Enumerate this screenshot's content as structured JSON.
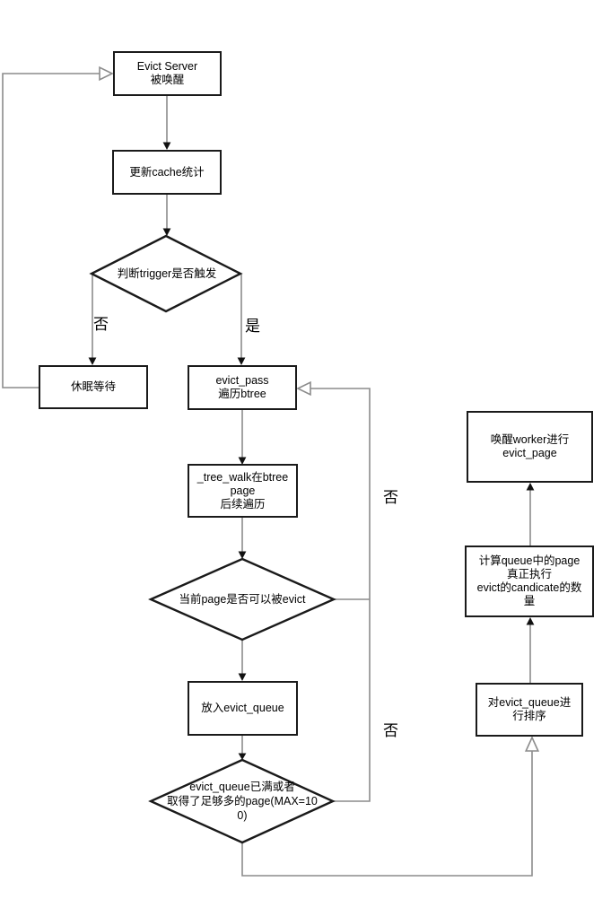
{
  "diagram": {
    "type": "flowchart",
    "colors": {
      "background": "#ffffff",
      "border": "#1a1a1a",
      "connector": "#8c8c8c",
      "text": "#000000"
    },
    "nodes": {
      "evict_server": {
        "label": "Evict Server\n被唤醒",
        "shape": "rect"
      },
      "update_cache": {
        "label": "更新cache统计",
        "shape": "rect"
      },
      "trigger_decision": {
        "label": "判断trigger是否触发",
        "shape": "diamond"
      },
      "sleep_wait": {
        "label": "休眠等待",
        "shape": "rect"
      },
      "evict_pass": {
        "label": "evict_pass\n遍历btree",
        "shape": "rect"
      },
      "tree_walk": {
        "label": "_tree_walk在btree\npage\n后续遍历",
        "shape": "rect"
      },
      "can_evict_decision": {
        "label": "当前page是否可以被evict",
        "shape": "diamond"
      },
      "enqueue": {
        "label": "放入evict_queue",
        "shape": "rect"
      },
      "queue_full_decision": {
        "label": "evict_queue已满或者\n取得了足够多的page(MAX=10\n0)",
        "shape": "diamond"
      },
      "sort_queue": {
        "label": "对evict_queue进\n行排序",
        "shape": "rect"
      },
      "calc_candidates": {
        "label": "计算queue中的page\n真正执行\nevict的candicate的数\n量",
        "shape": "rect"
      },
      "wake_worker": {
        "label": "唤醒worker进行\nevict_page",
        "shape": "rect"
      }
    },
    "edge_labels": {
      "trigger_no": "否",
      "trigger_yes": "是",
      "can_evict_no": "否",
      "queue_full_no": "否"
    }
  }
}
